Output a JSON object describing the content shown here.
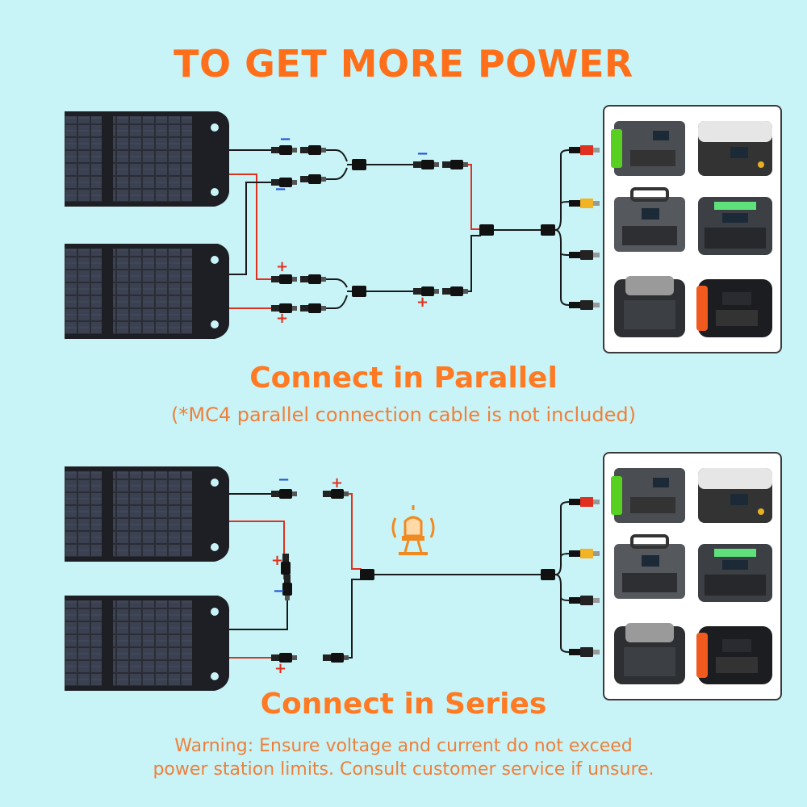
{
  "title": "TO GET MORE POWER",
  "parallel": {
    "heading": "Connect in Parallel",
    "note": "(*MC4 parallel connection cable is not included)",
    "markers": {
      "negative_top": "−",
      "negative_bottom": "−",
      "positive_top": "+",
      "positive_bottom": "+",
      "positive_branch": "+",
      "negative_branch": "−"
    }
  },
  "series": {
    "heading": "Connect in Series",
    "markers": {
      "negative_top": "−",
      "positive_top": "+",
      "positive_mid": "+",
      "negative_mid": "−",
      "positive_bottom": "+"
    }
  },
  "warning": {
    "line1": "Warning: Ensure voltage and current do not exceed",
    "line2": "power station limits. Consult customer service if unsure."
  },
  "colors": {
    "background": "#c8f4f7",
    "accent": "#ff6f1a",
    "positive_wire": "#e0301e",
    "negative_wire": "#1a1a1a",
    "panel": "#1e1f24"
  },
  "icons": {
    "solar_panel": "solar-panel-icon",
    "mc4_connector": "mc4-connector-icon",
    "y_branch": "y-branch-connector-icon",
    "output_plug": "output-plug-icon",
    "power_station": "power-station-icon",
    "warning_light": "warning-light-icon"
  }
}
